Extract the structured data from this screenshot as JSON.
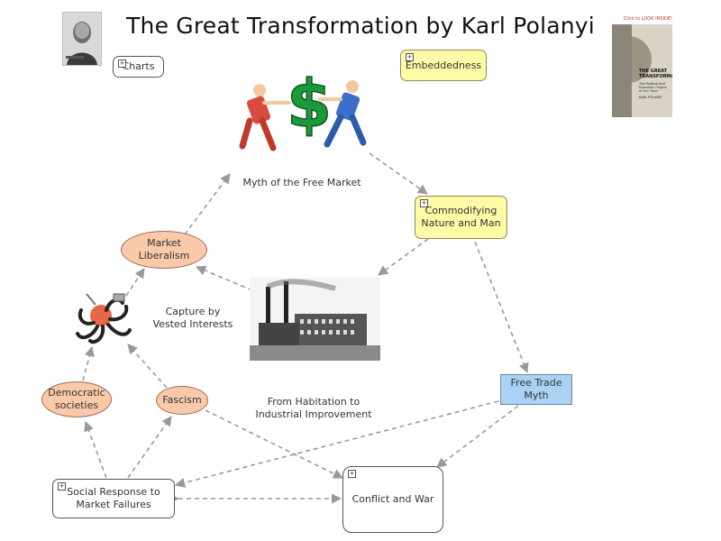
{
  "title": "The Great Transformation by Karl Polanyi",
  "nodes": {
    "charts": "Charts",
    "embeddedness": "Embeddedness",
    "myth_free_market": "Myth of the Free Market",
    "commodifying": "Commodifying\nNature and Man",
    "market_liberalism": "Market\nLiberalism",
    "capture": "Capture by\nVested Interests",
    "free_trade": "Free Trade\nMyth",
    "democratic": "Democratic\nsocieties",
    "fascism": "Fascism",
    "habitation": "From Habitation to\nIndustrial Improvement",
    "social_response": "Social Response to\nMarket Failures",
    "conflict": "Conflict and War"
  },
  "book_cover": {
    "badge": "Click to LOOK INSIDE!",
    "heading": "THE GREAT\nTRANSFORMATION",
    "subtitle": "The Political and\nEconomic Origins\nof Our Time",
    "author": "KARL POLANYI"
  },
  "colors": {
    "yellow": "#fffaa6",
    "blue": "#a9d2f5",
    "orange": "#f9c9aa",
    "edge": "#999999"
  }
}
